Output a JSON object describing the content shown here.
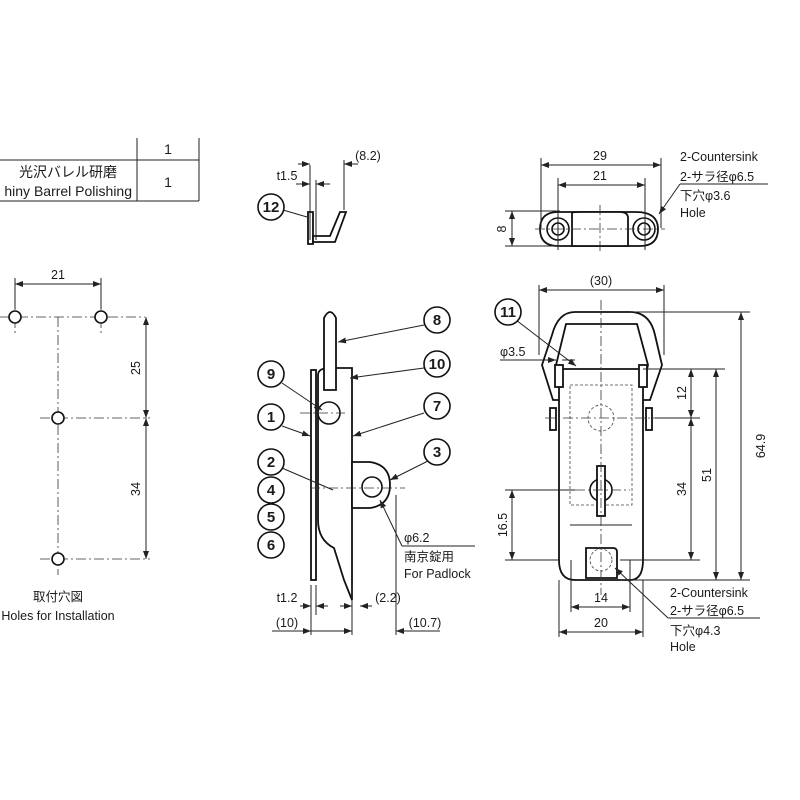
{
  "table": {
    "header_qty": "1",
    "finish_jp": "光沢バレル研磨",
    "finish_en": "hiny Barrel Polishing",
    "finish_qty": "1"
  },
  "installation": {
    "dim_width": "21",
    "dim_upper": "25",
    "dim_lower": "34",
    "caption_jp": "取付穴図",
    "caption_en": "Holes for Installation"
  },
  "part12": {
    "balloon": "12",
    "thickness": "t1.5",
    "depth": "(8.2)"
  },
  "strike_plate": {
    "dim_overall": "29",
    "dim_pitch": "21",
    "dim_height": "8",
    "note_line1": "2-Countersink",
    "note_line2": "2-サラ径φ6.5",
    "note_line3": "下穴φ3.6",
    "note_line4": "Hole"
  },
  "side_view": {
    "balloons": [
      "8",
      "10",
      "9",
      "1",
      "7",
      "3",
      "2",
      "4",
      "5",
      "6"
    ],
    "padlock_dia": "φ6.2",
    "padlock_jp": "南京錠用",
    "padlock_en": "For Padlock",
    "dim_t": "t1.2",
    "dim_22": "(2.2)",
    "dim_10": "(10)",
    "dim_107": "(10.7)"
  },
  "front_view": {
    "balloon": "11",
    "dim_width_top": "(30)",
    "dim_pin": "φ3.5",
    "dim_total": "64.9",
    "dim_51": "51",
    "dim_12": "12",
    "dim_34": "34",
    "dim_165": "16.5",
    "dim_14": "14",
    "dim_20": "20",
    "note_line1": "2-Countersink",
    "note_line2": "2-サラ径φ6.5",
    "note_line3": "下穴φ4.3",
    "note_line4": "Hole"
  }
}
